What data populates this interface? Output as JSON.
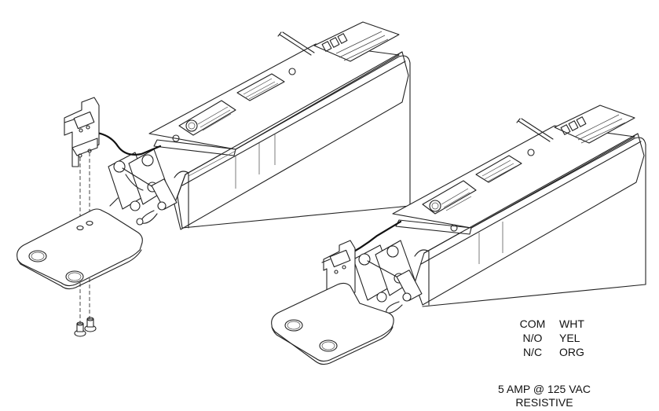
{
  "diagram": {
    "views": [
      {
        "name": "left-view",
        "description": "Exploded view: switch assembly with micro switch bracket above mounting plate, screws below"
      },
      {
        "name": "right-view",
        "description": "Assembled view: switch assembly with micro switch mounted on plate"
      }
    ],
    "legend": {
      "rows": [
        {
          "terminal": "COM",
          "wire": "WHT"
        },
        {
          "terminal": "N/O",
          "wire": "YEL"
        },
        {
          "terminal": "N/C",
          "wire": "ORG"
        }
      ]
    },
    "rating": {
      "line1": "5 AMP @ 125 VAC",
      "line2": "RESISTIVE"
    },
    "colors": {
      "line": "#222222",
      "wire": "#111111",
      "background": "#ffffff"
    }
  }
}
